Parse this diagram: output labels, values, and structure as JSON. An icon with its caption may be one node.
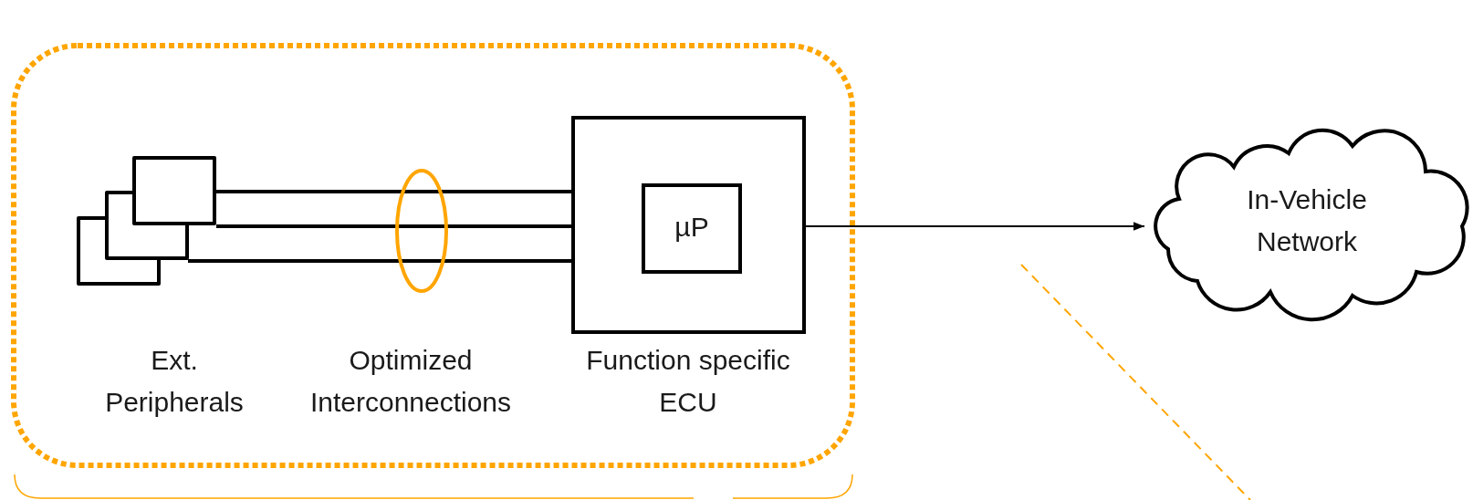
{
  "diagram": {
    "nodes": [
      {
        "text": [],
        "shape": "box"
      },
      {
        "text": [
          "Ext. Peripherals"
        ],
        "in": 0
      },
      {
        "text": [
          "Function specific ECU"
        ],
        "in": 0
      },
      {
        "text": [
          "µP"
        ],
        "in": 2
      },
      {
        "text": [
          "In-Vehicle Network"
        ]
      }
    ],
    "edges": [
      {
        "from": 1,
        "to": 2,
        "arrow": "none"
      },
      {
        "from": 1,
        "to": 2,
        "arrow": "none"
      },
      {
        "from": 1,
        "to": 2,
        "arrow": "none"
      },
      {
        "from": 2,
        "to": 4,
        "arrow": "to"
      }
    ],
    "labels": [
      "Optimized Interconnections"
    ]
  }
}
